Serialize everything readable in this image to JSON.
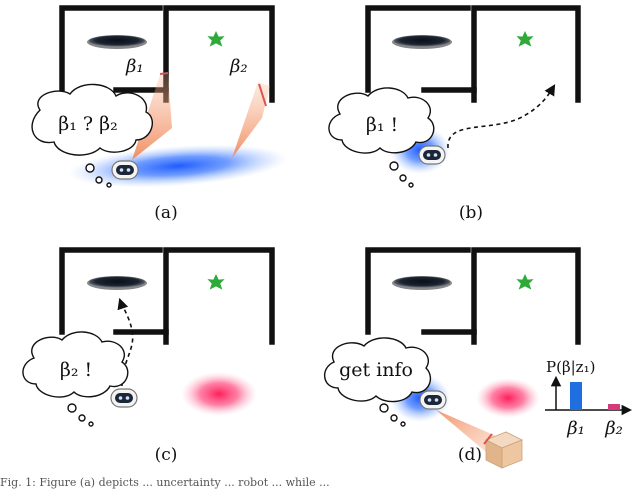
{
  "panels": [
    {
      "caption": "(a)",
      "thought": "β₁ ? β₂",
      "beta1_label": "β₁",
      "beta2_label": "β₂"
    },
    {
      "caption": "(b)",
      "thought": "β₁ !"
    },
    {
      "caption": "(c)",
      "thought": "β₂ !"
    },
    {
      "caption": "(d)",
      "thought": "get info"
    }
  ],
  "inset_chart": {
    "ylabel": "P(β|z₁)",
    "categories": [
      "β₁",
      "β₂"
    ],
    "colors": [
      "#1f6fe0",
      "#d63a7a"
    ]
  },
  "colors": {
    "belief_blue": "#2a6dff",
    "belief_pink": "#ff2f6b",
    "cone": "#f4a07a",
    "goal_star": "#2eaa3a"
  },
  "footer_text": "Fig. 1: Figure (a) depicts ... uncertainty ... robot ... while ... "
}
